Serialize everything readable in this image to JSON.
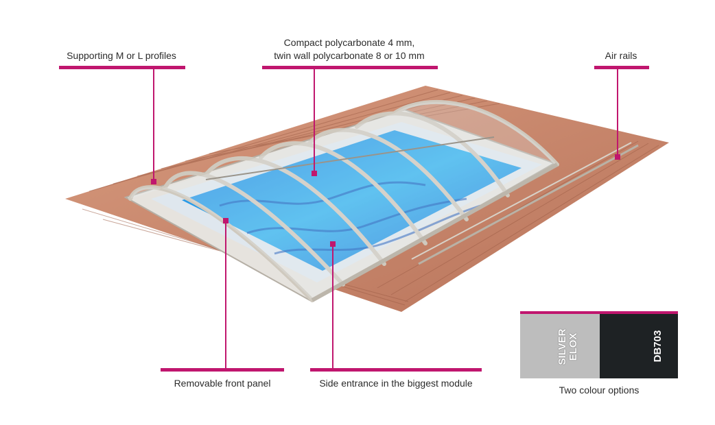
{
  "colors": {
    "accent": "#c0166e",
    "deck": "#c98a6e",
    "deck_dark": "#a86850",
    "water": "#29a8e8",
    "water_deep": "#1460c8",
    "frame": "#c9c3b8",
    "silver": "#bdbdbd",
    "dark_grey": "#1e2224"
  },
  "callouts": {
    "profiles": "Supporting M or L profiles",
    "polycarbonate_line1": "Compact polycarbonate 4 mm,",
    "polycarbonate_line2": "twin wall polycarbonate 8 or 10 mm",
    "air_rails": "Air rails",
    "front_panel": "Removable front panel",
    "side_entrance": "Side entrance in the biggest module"
  },
  "colour_options": {
    "caption": "Two colour options",
    "silver_line1": "SILVER",
    "silver_line2": "ELOX",
    "dark_code": "DB703"
  }
}
